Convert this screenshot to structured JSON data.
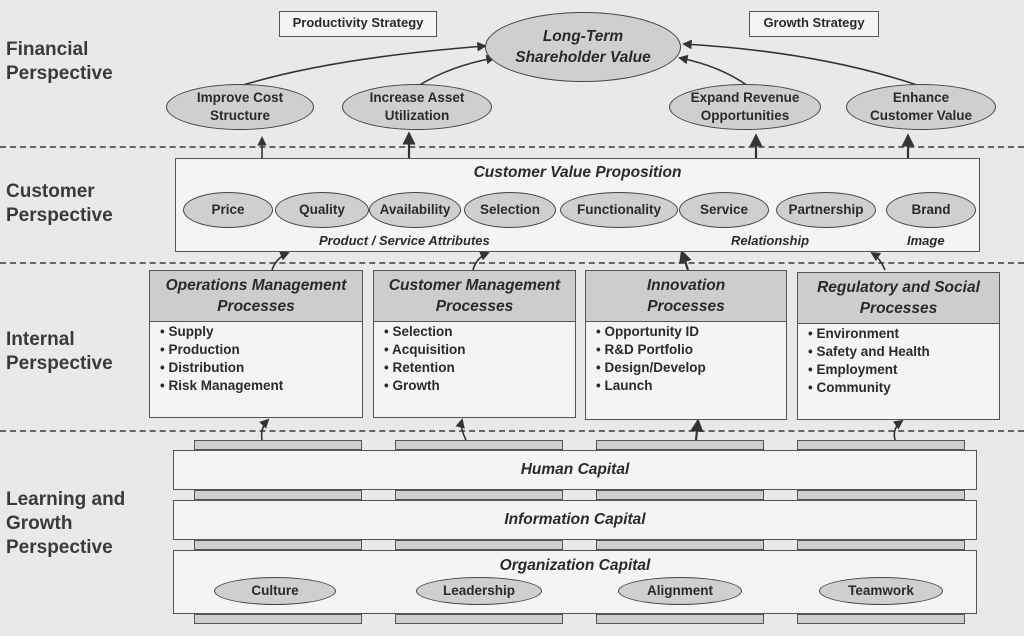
{
  "perspectives": {
    "financial": [
      "Financial",
      "Perspective"
    ],
    "customer": [
      "Customer",
      "Perspective"
    ],
    "internal": [
      "Internal",
      "Perspective"
    ],
    "learning": [
      "Learning and",
      "Growth",
      "Perspective"
    ]
  },
  "financial": {
    "productivity_strategy": "Productivity Strategy",
    "growth_strategy": "Growth Strategy",
    "shareholder_value": [
      "Long-Term",
      "Shareholder Value"
    ],
    "improve_cost": [
      "Improve Cost",
      "Structure"
    ],
    "increase_asset": [
      "Increase Asset",
      "Utilization"
    ],
    "expand_revenue": [
      "Expand Revenue",
      "Opportunities"
    ],
    "enhance_value": [
      "Enhance",
      "Customer Value"
    ]
  },
  "customer": {
    "title": "Customer Value Proposition",
    "attributes": [
      "Price",
      "Quality",
      "Availability",
      "Selection",
      "Functionality",
      "Service",
      "Partnership",
      "Brand"
    ],
    "group_product": "Product / Service Attributes",
    "group_relationship": "Relationship",
    "group_image": "Image"
  },
  "internal": {
    "processes": [
      {
        "title": [
          "Operations Management",
          "Processes"
        ],
        "items": [
          "Supply",
          "Production",
          "Distribution",
          "Risk Management"
        ]
      },
      {
        "title": [
          "Customer Management",
          "Processes"
        ],
        "items": [
          "Selection",
          "Acquisition",
          "Retention",
          "Growth"
        ]
      },
      {
        "title": [
          "Innovation",
          "Processes"
        ],
        "items": [
          "Opportunity ID",
          "R&D Portfolio",
          "Design/Develop",
          "Launch"
        ]
      },
      {
        "title": [
          "Regulatory and Social",
          "Processes"
        ],
        "items": [
          "Environment",
          "Safety and Health",
          "Employment",
          "Community"
        ]
      }
    ]
  },
  "learning": {
    "human_capital": "Human Capital",
    "information_capital": "Information Capital",
    "organization_capital": "Organization Capital",
    "org_items": [
      "Culture",
      "Leadership",
      "Alignment",
      "Teamwork"
    ]
  }
}
